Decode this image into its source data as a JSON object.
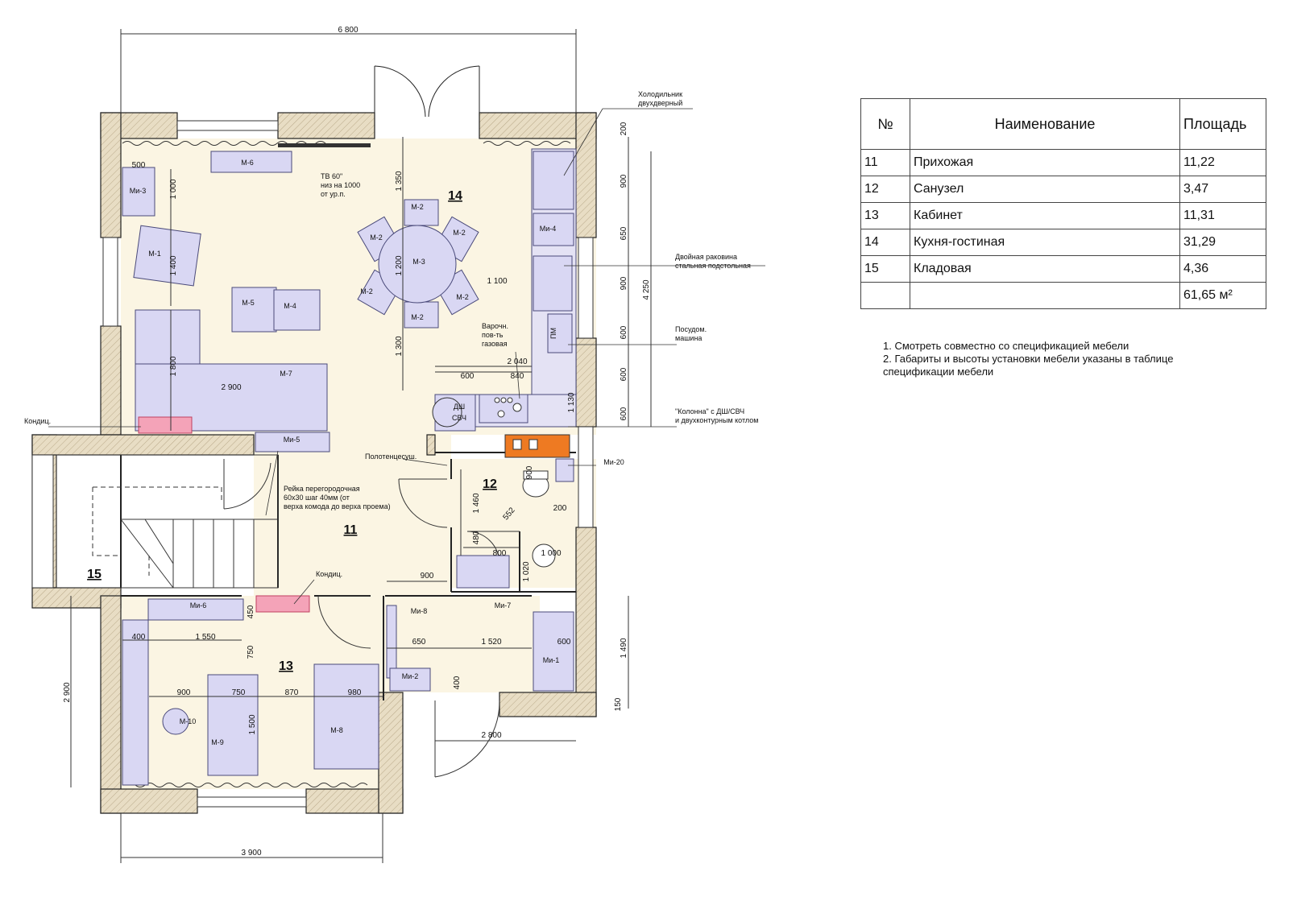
{
  "dimensions": {
    "top_overall": "6 800",
    "bottom_overall": "3 900",
    "left_overall": "2 900",
    "right_overall": "4 250",
    "right_chain": [
      "200",
      "900",
      "650",
      "900",
      "600",
      "600",
      "600"
    ],
    "right_lower": [
      "1 490",
      "150"
    ],
    "d500": "500",
    "d1000": "1 000",
    "d1400": "1 400",
    "d1800": "1 800",
    "d2900": "2 900",
    "d1350": "1 350",
    "d1200": "1 200",
    "d1300": "1 300",
    "d1100": "1 100",
    "d2040": "2 040",
    "d600": "600",
    "d840": "840",
    "d1130": "1 130",
    "d1460": "1 460",
    "d480": "480",
    "d552": "552",
    "d900a": "900",
    "d200": "200",
    "d800": "800",
    "d1020": "1 020",
    "d1000b": "1 000",
    "d900b": "900",
    "d650": "650",
    "d1520": "1 520",
    "d600b": "600",
    "d400b": "400",
    "d2800": "2 800",
    "d450": "450",
    "d750a": "750",
    "d400": "400",
    "d1550": "1 550",
    "d900c": "900",
    "d750b": "750",
    "d870": "870",
    "d980": "980",
    "d1500": "1 500"
  },
  "rooms": {
    "r11": "11",
    "r12": "12",
    "r13": "13",
    "r14": "14",
    "r15": "15"
  },
  "furniture": {
    "m6": "М-6",
    "mi3": "Ми-3",
    "m1": "М-1",
    "m5": "М-5",
    "m4": "М-4",
    "m7": "М-7",
    "mi5": "Ми-5",
    "m2": "М-2",
    "m3": "М-3",
    "mi4": "Ми-4",
    "pm": "ПМ",
    "dsh": "ДШ",
    "svch": "СВЧ",
    "mi20": "Ми-20",
    "mi6": "Ми-6",
    "mi8": "Ми-8",
    "mi7": "Ми-7",
    "mi1": "Ми-1",
    "mi2": "Ми-2",
    "m8": "М-8",
    "m9": "М-9",
    "m10": "М-10"
  },
  "annotations": {
    "tv": [
      "ТВ 60\"",
      "низ на 1000",
      "от ур.п."
    ],
    "fridge": [
      "Холодильник",
      "двухдверный"
    ],
    "sink": [
      "Двойная раковина",
      "стальная подстольная"
    ],
    "dishwasher": [
      "Посудом.",
      "машина"
    ],
    "column": [
      "\"Колонна\" с ДШ/СВЧ",
      "и двухконтурным котлом"
    ],
    "hob": [
      "Варочн.",
      "пов-ть",
      "газовая"
    ],
    "ac1": "Кондиц.",
    "ac2": "Кондиц.",
    "towel": "Полотенцесуш.",
    "rail": [
      "Рейка перегородочная",
      "60х30 шаг 40мм (от",
      "верха комода до верха проема)"
    ]
  },
  "table": {
    "headers": [
      "№",
      "Наименование",
      "Площадь"
    ],
    "rows": [
      [
        "11",
        "Прихожая",
        "11,22"
      ],
      [
        "12",
        "Санузел",
        "3,47"
      ],
      [
        "13",
        "Кабинет",
        "11,31"
      ],
      [
        "14",
        "Кухня-гостиная",
        "31,29"
      ],
      [
        "15",
        "Кладовая",
        "4,36"
      ],
      [
        "",
        "",
        "61,65 м²"
      ]
    ]
  },
  "notes": [
    "1. Смотреть совместно  со спецификацией мебели",
    "2. Габариты и высоты установки мебели указаны в таблице спецификации мебели"
  ],
  "colors": {
    "floor": "#fbf5e3",
    "wall": "#e8ddc4",
    "furniture": "#d9d7f3",
    "furniture_stroke": "#4a4a7a",
    "ac": "#f4a3b8",
    "boiler": "#ee7a22"
  }
}
